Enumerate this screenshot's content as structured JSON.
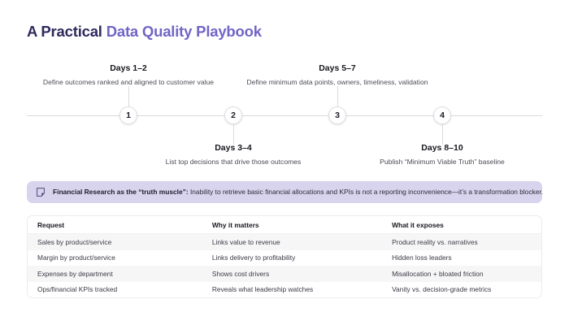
{
  "title": {
    "strong": "A Practical",
    "accent": " Data Quality Playbook"
  },
  "timeline": {
    "steps": [
      {
        "number": "1",
        "days": "Days 1–2",
        "description": "Define outcomes ranked and aligned to customer value",
        "position": "above"
      },
      {
        "number": "2",
        "days": "Days 3–4",
        "description": "List top decisions that drive those outcomes",
        "position": "below"
      },
      {
        "number": "3",
        "days": "Days 5–7",
        "description": "Define minimum data points, owners, timeliness, validation",
        "position": "above"
      },
      {
        "number": "4",
        "days": "Days 8–10",
        "description": "Publish “Minimum Viable Truth” baseline",
        "position": "below"
      }
    ]
  },
  "callout": {
    "icon": "note-icon",
    "lead": "Financial Research as the “truth muscle”:",
    "body": " Inability to retrieve basic financial allocations and KPIs is not a reporting inconvenience—it’s a transformation blocker.",
    "background_color": "#d8d4ed"
  },
  "table": {
    "headers": [
      "Request",
      "Why it matters",
      "What it exposes"
    ],
    "rows": [
      [
        "Sales by product/service",
        "Links value to revenue",
        "Product reality vs. narratives"
      ],
      [
        "Margin by product/service",
        "Links delivery to profitability",
        "Hidden loss leaders"
      ],
      [
        "Expenses by department",
        "Shows cost drivers",
        "Misallocation + bloated friction"
      ],
      [
        "Ops/financial KPIs tracked",
        "Reveals what leadership watches",
        "Vanity vs. decision-grade metrics"
      ]
    ]
  }
}
